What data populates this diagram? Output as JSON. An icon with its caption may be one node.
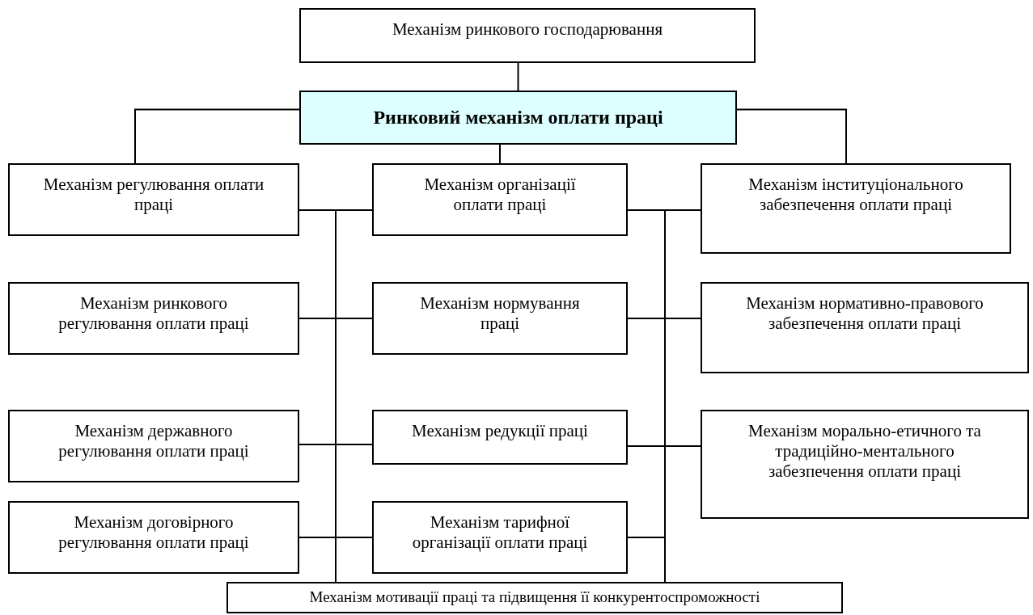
{
  "diagram": {
    "nodes": [
      {
        "text": [
          "Механізм ринкового господарювання"
        ]
      },
      {
        "text": [
          "Ринковий механізм оплати праці"
        ]
      },
      {
        "text": [
          "Механізм регулювання оплати праці"
        ]
      },
      {
        "text": [
          "Механізм організації оплати праці"
        ]
      },
      {
        "text": [
          "Механізм інституціонального забезпечення оплати праці"
        ]
      },
      {
        "text": [
          "Механізм ринкового регулювання оплати праці"
        ]
      },
      {
        "text": [
          "Механізм нормування праці"
        ]
      },
      {
        "text": [
          "Механізм нормативно-правового забезпечення оплати праці"
        ]
      },
      {
        "text": [
          "Механізм державного регулювання оплати праці"
        ]
      },
      {
        "text": [
          "Механізм редукції праці"
        ]
      },
      {
        "text": [
          "Механізм морально-етичного та традиційно-ментального забезпечення оплати праці"
        ]
      },
      {
        "text": [
          "Механізм договірного регулювання оплати праці"
        ]
      },
      {
        "text": [
          "Механізм тарифної організації оплати праці"
        ]
      },
      {
        "text": [
          "Механізм мотивації праці та підвищення її конкурентоспроможності"
        ]
      }
    ],
    "edges": [
      {
        "from": 0,
        "to": 1,
        "arrow": "none"
      },
      {
        "from": 1,
        "to": 2,
        "arrow": "none"
      },
      {
        "from": 1,
        "to": 3,
        "arrow": "none"
      },
      {
        "from": 1,
        "to": 4,
        "arrow": "none"
      },
      {
        "from": 2,
        "to": 13,
        "arrow": "none"
      },
      {
        "from": 3,
        "to": 13,
        "arrow": "none"
      },
      {
        "from": 5,
        "to": 13,
        "arrow": "none"
      },
      {
        "from": 6,
        "to": 13,
        "arrow": "none"
      },
      {
        "from": 8,
        "to": 13,
        "arrow": "none"
      },
      {
        "from": 9,
        "to": 13,
        "arrow": "none"
      },
      {
        "from": 11,
        "to": 13,
        "arrow": "none"
      },
      {
        "from": 12,
        "to": 13,
        "arrow": "none"
      },
      {
        "from": 3,
        "to": 13,
        "arrow": "none"
      },
      {
        "from": 4,
        "to": 13,
        "arrow": "none"
      },
      {
        "from": 6,
        "to": 13,
        "arrow": "none"
      },
      {
        "from": 7,
        "to": 13,
        "arrow": "none"
      },
      {
        "from": 9,
        "to": 13,
        "arrow": "none"
      },
      {
        "from": 10,
        "to": 13,
        "arrow": "none"
      },
      {
        "from": 12,
        "to": 13,
        "arrow": "none"
      }
    ]
  }
}
